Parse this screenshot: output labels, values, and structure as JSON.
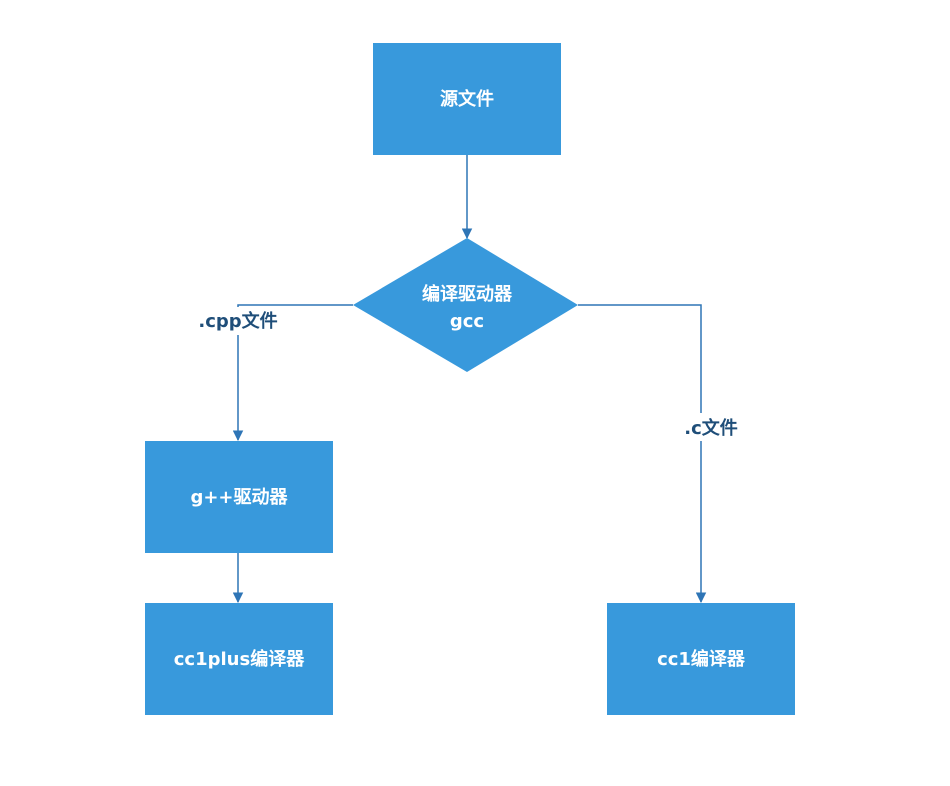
{
  "diagram": {
    "colors": {
      "node_fill": "#3899dc",
      "connector": "#2e75b6",
      "label_text": "#1f4e79",
      "node_text": "#ffffff"
    },
    "nodes": {
      "source": {
        "label": "源文件"
      },
      "driver": {
        "label_line1": "编译驱动器",
        "label_line2": "gcc"
      },
      "gpp": {
        "label": "g++驱动器"
      },
      "cc1plus": {
        "label": "cc1plus编译器"
      },
      "cc1": {
        "label": "cc1编译器"
      }
    },
    "edges": {
      "cpp_label": ".cpp文件",
      "c_label": ".c文件"
    }
  }
}
